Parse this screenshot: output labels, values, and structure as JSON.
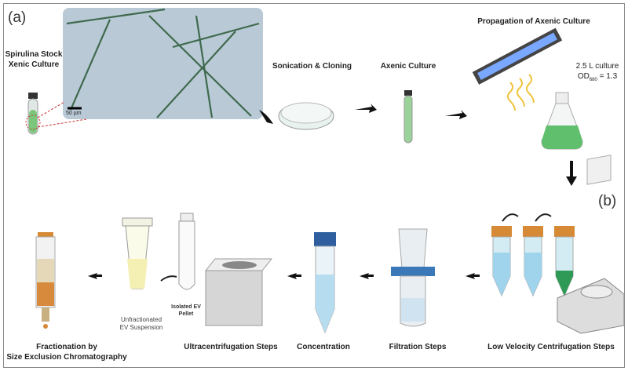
{
  "panels": {
    "a": "(a)",
    "b": "(b)"
  },
  "top_row": {
    "stock_label_1": "Spirulina Stock",
    "stock_label_2": "Xenic Culture",
    "scale_bar": "50 µm",
    "sonication": "Sonication & Cloning",
    "axenic": "Axenic Culture",
    "propagation": "Propagation of Axenic Culture",
    "culture_volume": "2.5 L culture",
    "od_label": "OD",
    "od_sub": "680",
    "od_value": " = 1.3"
  },
  "bottom_row": {
    "low_velocity": "Low Velocity Centrifugation Steps",
    "filtration": "Filtration Steps",
    "concentration": "Concentration",
    "ultracentrifugation": "Ultracentrifugation Steps",
    "fractionation_1": "Fractionation by",
    "fractionation_2": "Size Exclusion Chromatography",
    "unfractionated_1": "Unfractionated",
    "unfractionated_2": "EV Suspension",
    "pellet_1": "Isolated EV",
    "pellet_2": "Pellet"
  }
}
